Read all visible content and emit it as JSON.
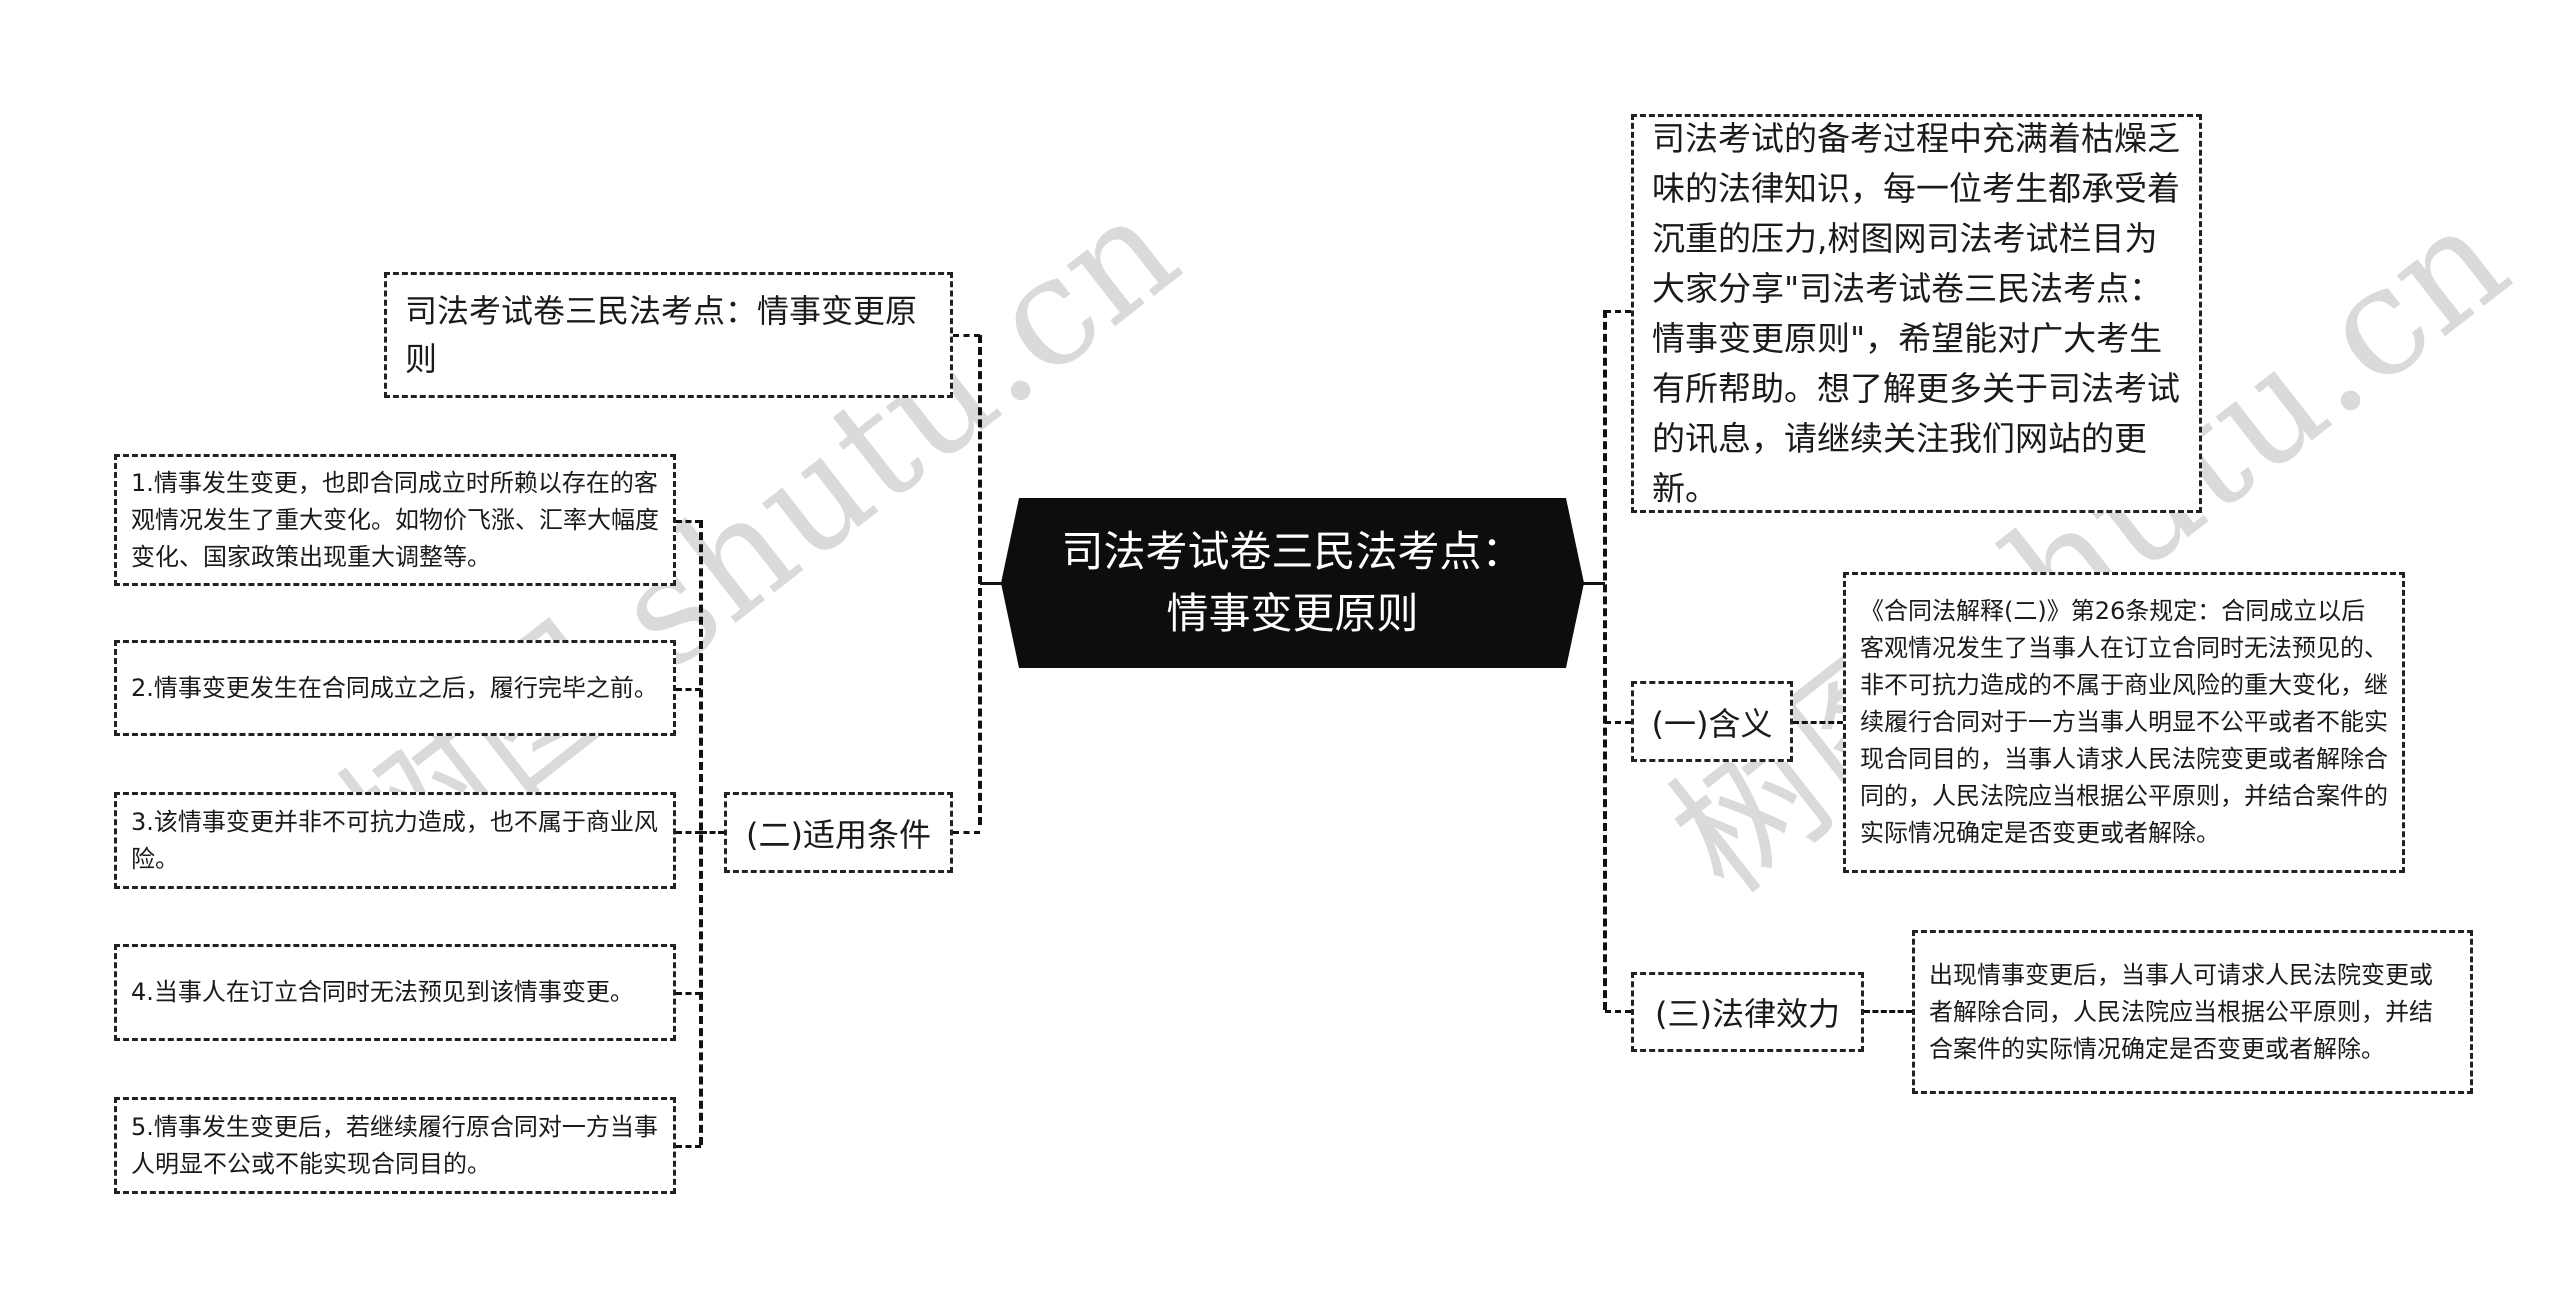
{
  "central": {
    "line1": "司法考试卷三民法考点：",
    "line2": "情事变更原则",
    "fill": "#0d0d0d"
  },
  "left": {
    "title_node": "司法考试卷三民法考点：情事变更原则",
    "conditions": {
      "label": "(二)适用条件",
      "items": [
        "1.情事发生变更，也即合同成立时所赖以存在的客观情况发生了重大变化。如物价飞涨、汇率大幅度变化、国家政策出现重大调整等。",
        "2.情事变更发生在合同成立之后，履行完毕之前。",
        "3.该情事变更并非不可抗力造成，也不属于商业风险。",
        "4.当事人在订立合同时无法预见到该情事变更。",
        "5.情事发生变更后，若继续履行原合同对一方当事人明显不公或不能实现合同目的。"
      ]
    }
  },
  "right": {
    "intro": "司法考试的备考过程中充满着枯燥乏味的法律知识，每一位考生都承受着沉重的压力,树图网司法考试栏目为大家分享\"司法考试卷三民法考点：情事变更原则\"，希望能对广大考生有所帮助。想了解更多关于司法考试的讯息，请继续关注我们网站的更新。",
    "meaning": {
      "label": "(一)含义",
      "detail": "《合同法解释(二)》第26条规定：合同成立以后客观情况发生了当事人在订立合同时无法预见的、非不可抗力造成的不属于商业风险的重大变化，继续履行合同对于一方当事人明显不公平或者不能实现合同目的，当事人请求人民法院变更或者解除合同的，人民法院应当根据公平原则，并结合案件的实际情况确定是否变更或者解除。"
    },
    "effect": {
      "label": "(三)法律效力",
      "detail": "出现情事变更后，当事人可请求人民法院变更或者解除合同，人民法院应当根据公平原则，并结合案件的实际情况确定是否变更或者解除。"
    }
  },
  "watermarks": [
    "树图 shutu.cn",
    "树图 shutu.cn"
  ]
}
